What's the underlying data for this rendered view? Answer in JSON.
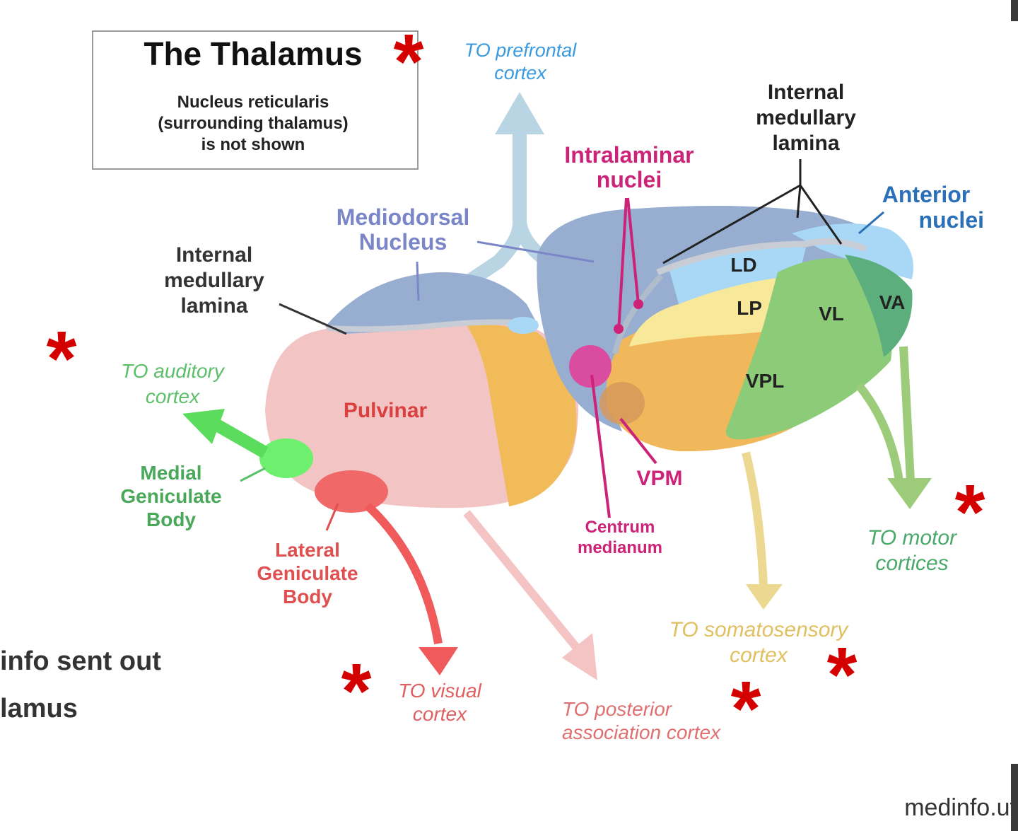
{
  "title_box": {
    "title": "The Thalamus",
    "note_lines": [
      "Nucleus reticularis",
      "(surrounding thalamus)",
      "is not shown"
    ]
  },
  "structures": {
    "intralaminar": [
      "Intralaminar",
      "nuclei"
    ],
    "internal_lamina_right": [
      "Internal",
      "medullary",
      "lamina"
    ],
    "anterior": [
      "Anterior",
      "nuclei"
    ],
    "mediodorsal": [
      "Mediodorsal",
      "Nucleus"
    ],
    "internal_lamina_left": [
      "Internal",
      "medullary",
      "lamina"
    ],
    "pulvinar": "Pulvinar",
    "ld": "LD",
    "lp": "LP",
    "vl": "VL",
    "va": "VA",
    "vpl": "VPL",
    "vpm": "VPM",
    "centrum": [
      "Centrum",
      "medianum"
    ],
    "mgb": [
      "Medial",
      "Geniculate",
      "Body"
    ],
    "lgb": [
      "Lateral",
      "Geniculate",
      "Body"
    ]
  },
  "targets": {
    "prefrontal": [
      "TO prefrontal",
      "cortex"
    ],
    "auditory": [
      "TO auditory",
      "cortex"
    ],
    "visual": [
      "TO visual",
      "cortex"
    ],
    "posterior": [
      "TO posterior",
      "association cortex"
    ],
    "somatosensory": [
      "TO somatosensory",
      "cortex"
    ],
    "motor": [
      "TO motor",
      "cortices"
    ]
  },
  "asterisk": "*",
  "slide_text": [
    "info sent out",
    "lamus"
  ],
  "footer": "medinfo.uf",
  "colors": {
    "asterisk": "#d40000",
    "pulvinar": "#f2c4c4",
    "mediodorsal": "#97aed0",
    "anterior": "#a8d8f5",
    "lateral_posterior": "#f7e89a",
    "ventral_posterior": "#f0b85a",
    "ventral_lateral": "#8ccc78",
    "ventral_anterior": "#5cae7c",
    "intralaminar_text": "#cc2277",
    "prefrontal_text": "#3a9ae0",
    "auditory_text": "#5cbf6a",
    "motor_text": "#4aa86a",
    "somatosensory_text": "#e0c060",
    "visual_text": "#e06060",
    "posterior_text": "#e07070",
    "dark_text": "#222222"
  }
}
